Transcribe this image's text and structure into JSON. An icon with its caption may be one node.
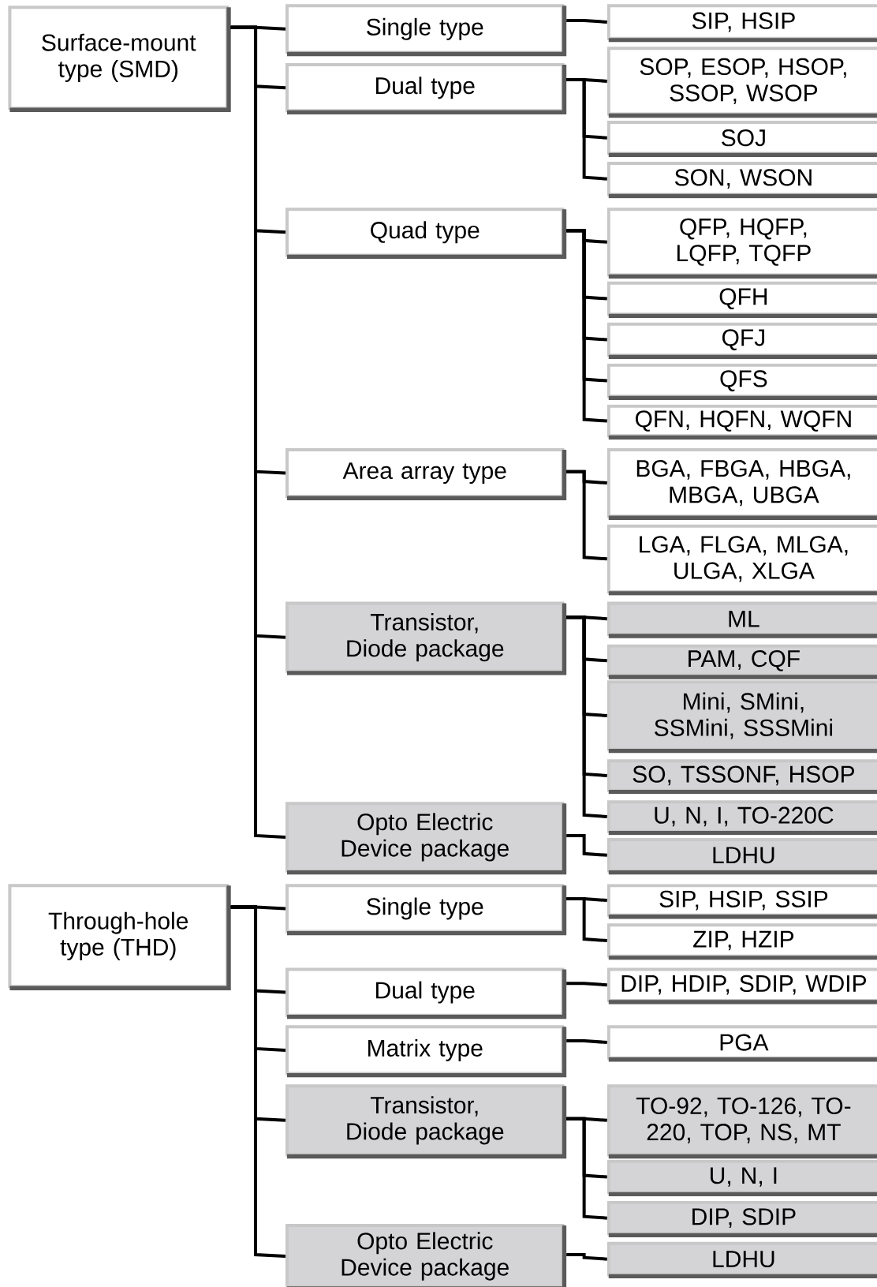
{
  "diagram": {
    "nodes": [
      {
        "text": [
          "Surface-mount type (SMD)"
        ]
      },
      {
        "text": [
          "Single type"
        ]
      },
      {
        "text": [
          "SIP, HSIP"
        ]
      },
      {
        "text": [
          "Dual type"
        ]
      },
      {
        "text": [
          "SOP, ESOP, HSOP, SSOP, WSOP"
        ]
      },
      {
        "text": [
          "SOJ"
        ]
      },
      {
        "text": [
          "SON, WSON"
        ]
      },
      {
        "text": [
          "Quad type"
        ]
      },
      {
        "text": [
          "QFP, HQFP, LQFP, TQFP"
        ]
      },
      {
        "text": [
          "QFH"
        ]
      },
      {
        "text": [
          "QFJ"
        ]
      },
      {
        "text": [
          "QFS"
        ]
      },
      {
        "text": [
          "QFN, HQFN, WQFN"
        ]
      },
      {
        "text": [
          "Area array type"
        ]
      },
      {
        "text": [
          "BGA, FBGA, HBGA, MBGA, UBGA"
        ]
      },
      {
        "text": [
          "LGA, FLGA, MLGA, ULGA, XLGA"
        ]
      },
      {
        "text": [
          "Transistor, Diode package"
        ]
      },
      {
        "text": [
          "ML"
        ]
      },
      {
        "text": [
          "PAM, CQF"
        ]
      },
      {
        "text": [
          "Mini, SMini, SSMini, SSSMini"
        ]
      },
      {
        "text": [
          "SO, TSSONF, HSOP"
        ]
      },
      {
        "text": [
          "U, N, I, TO-220C"
        ]
      },
      {
        "text": [
          "Opto Electric Device package"
        ]
      },
      {
        "text": [
          "LDHU"
        ]
      },
      {
        "text": [
          "Through-hole type (THD)"
        ]
      },
      {
        "text": [
          "Single type"
        ]
      },
      {
        "text": [
          "SIP, HSIP, SSIP"
        ]
      },
      {
        "text": [
          "ZIP, HZIP"
        ]
      },
      {
        "text": [
          "Dual type"
        ]
      },
      {
        "text": [
          "DIP, HDIP, SDIP, WDIP"
        ]
      },
      {
        "text": [
          "Matrix type"
        ]
      },
      {
        "text": [
          "PGA"
        ]
      },
      {
        "text": [
          "Transistor, Diode package"
        ]
      },
      {
        "text": [
          "TO-92, TO-126, TO-220, TOP, NS, MT"
        ]
      },
      {
        "text": [
          "U, N, I"
        ]
      },
      {
        "text": [
          "DIP, SDIP"
        ]
      },
      {
        "text": [
          "Opto Electric Device package"
        ]
      },
      {
        "text": [
          "LDHU"
        ]
      }
    ],
    "edges": [
      {
        "from": 0,
        "to": 1,
        "arrow": "none"
      },
      {
        "from": 0,
        "to": 3,
        "arrow": "none"
      },
      {
        "from": 0,
        "to": 7,
        "arrow": "none"
      },
      {
        "from": 0,
        "to": 13,
        "arrow": "none"
      },
      {
        "from": 0,
        "to": 16,
        "arrow": "none"
      },
      {
        "from": 0,
        "to": 22,
        "arrow": "none"
      },
      {
        "from": 1,
        "to": 2,
        "arrow": "none"
      },
      {
        "from": 3,
        "to": 4,
        "arrow": "none"
      },
      {
        "from": 3,
        "to": 5,
        "arrow": "none"
      },
      {
        "from": 3,
        "to": 6,
        "arrow": "none"
      },
      {
        "from": 7,
        "to": 8,
        "arrow": "none"
      },
      {
        "from": 7,
        "to": 9,
        "arrow": "none"
      },
      {
        "from": 7,
        "to": 10,
        "arrow": "none"
      },
      {
        "from": 7,
        "to": 11,
        "arrow": "none"
      },
      {
        "from": 7,
        "to": 12,
        "arrow": "none"
      },
      {
        "from": 13,
        "to": 14,
        "arrow": "none"
      },
      {
        "from": 13,
        "to": 15,
        "arrow": "none"
      },
      {
        "from": 16,
        "to": 17,
        "arrow": "none"
      },
      {
        "from": 16,
        "to": 18,
        "arrow": "none"
      },
      {
        "from": 16,
        "to": 19,
        "arrow": "none"
      },
      {
        "from": 16,
        "to": 20,
        "arrow": "none"
      },
      {
        "from": 16,
        "to": 21,
        "arrow": "none"
      },
      {
        "from": 22,
        "to": 23,
        "arrow": "none"
      },
      {
        "from": 24,
        "to": 25,
        "arrow": "none"
      },
      {
        "from": 24,
        "to": 28,
        "arrow": "none"
      },
      {
        "from": 24,
        "to": 30,
        "arrow": "none"
      },
      {
        "from": 24,
        "to": 32,
        "arrow": "none"
      },
      {
        "from": 24,
        "to": 36,
        "arrow": "none"
      },
      {
        "from": 25,
        "to": 26,
        "arrow": "none"
      },
      {
        "from": 25,
        "to": 27,
        "arrow": "none"
      },
      {
        "from": 28,
        "to": 29,
        "arrow": "none"
      },
      {
        "from": 30,
        "to": 31,
        "arrow": "none"
      },
      {
        "from": 32,
        "to": 33,
        "arrow": "none"
      },
      {
        "from": 32,
        "to": 34,
        "arrow": "none"
      },
      {
        "from": 32,
        "to": 35,
        "arrow": "none"
      },
      {
        "from": 36,
        "to": 37,
        "arrow": "none"
      }
    ]
  }
}
